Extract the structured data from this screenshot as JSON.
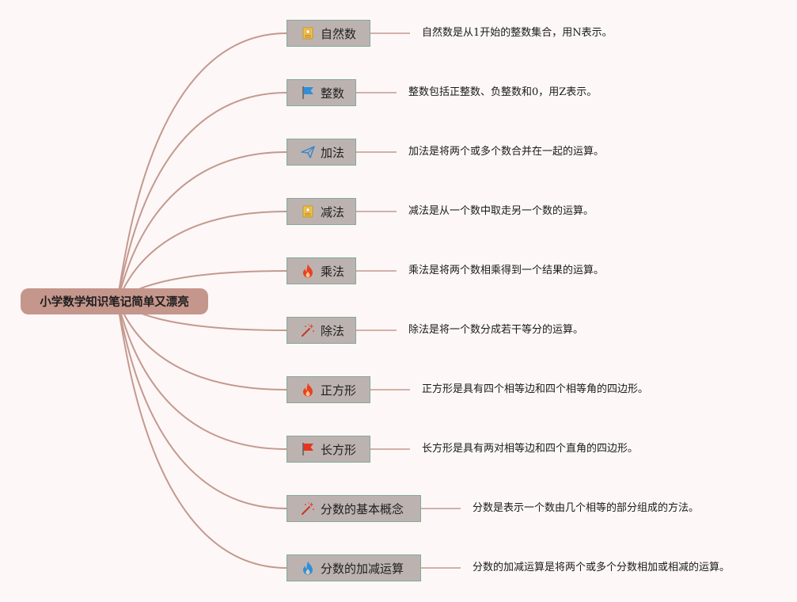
{
  "root": {
    "label": "小学数学知识笔记简单又漂亮"
  },
  "colors": {
    "background": "#fdf7f7",
    "root": "#c5968c",
    "branch": "#bcb3b0",
    "branch_border": "#85a89a",
    "connector": "#c4998f"
  },
  "branches": [
    {
      "label": "自然数",
      "icon": "medal-icon",
      "desc": "自然数是从1开始的整数集合，用N表示。"
    },
    {
      "label": "整数",
      "icon": "flag-icon",
      "desc": "整数包括正整数、负整数和0，用Z表示。"
    },
    {
      "label": "加法",
      "icon": "paper-plane-icon",
      "desc": "加法是将两个或多个数合并在一起的运算。"
    },
    {
      "label": "减法",
      "icon": "medal-icon",
      "desc": "减法是从一个数中取走另一个数的运算。"
    },
    {
      "label": "乘法",
      "icon": "fire-icon",
      "desc": "乘法是将两个数相乘得到一个结果的运算。"
    },
    {
      "label": "除法",
      "icon": "magic-wand-icon",
      "desc": "除法是将一个数分成若干等分的运算。"
    },
    {
      "label": "正方形",
      "icon": "fire-icon",
      "desc": "正方形是具有四个相等边和四个相等角的四边形。"
    },
    {
      "label": "长方形",
      "icon": "flag-icon",
      "desc": "长方形是具有两对相等边和四个直角的四边形。"
    },
    {
      "label": "分数的基本概念",
      "icon": "magic-wand-icon",
      "desc": "分数是表示一个数由几个相等的部分组成的方法。"
    },
    {
      "label": "分数的加减运算",
      "icon": "fire-icon",
      "desc": "分数的加减运算是将两个或多个分数相加或相减的运算。"
    }
  ]
}
